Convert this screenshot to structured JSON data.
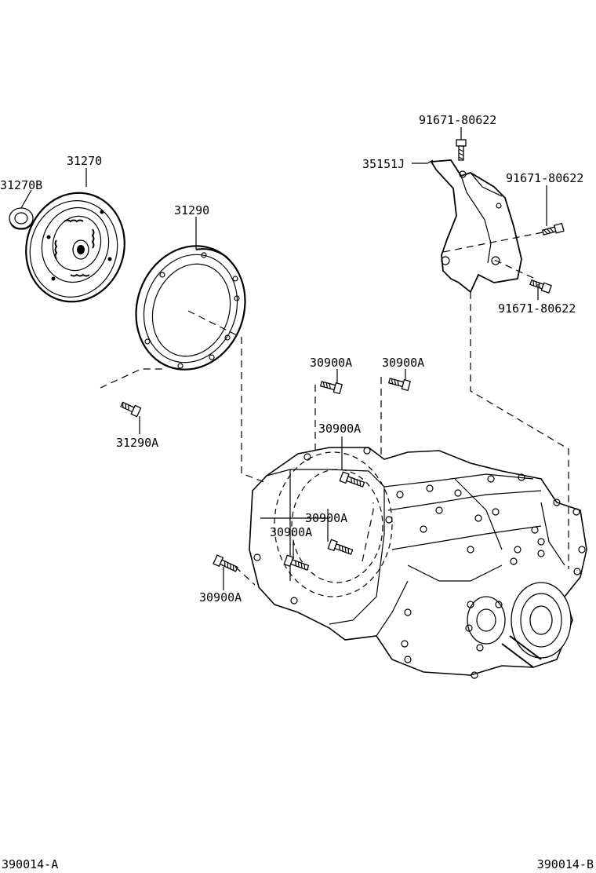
{
  "parts": {
    "p_31270B": "31270B",
    "p_31270": "31270",
    "p_31290": "31290",
    "p_31290A": "31290A",
    "p_35151J": "35151J",
    "p_91671_top": "91671-80622",
    "p_91671_mid": "91671-80622",
    "p_91671_low": "91671-80622",
    "p_30900A_1": "30900A",
    "p_30900A_2": "30900A",
    "p_30900A_3": "30900A",
    "p_30900A_4": "30900A",
    "p_30900A_5": "30900A",
    "p_30900A_6": "30900A"
  },
  "figure_codes": {
    "left": "390014-A",
    "right": "390014-B"
  }
}
